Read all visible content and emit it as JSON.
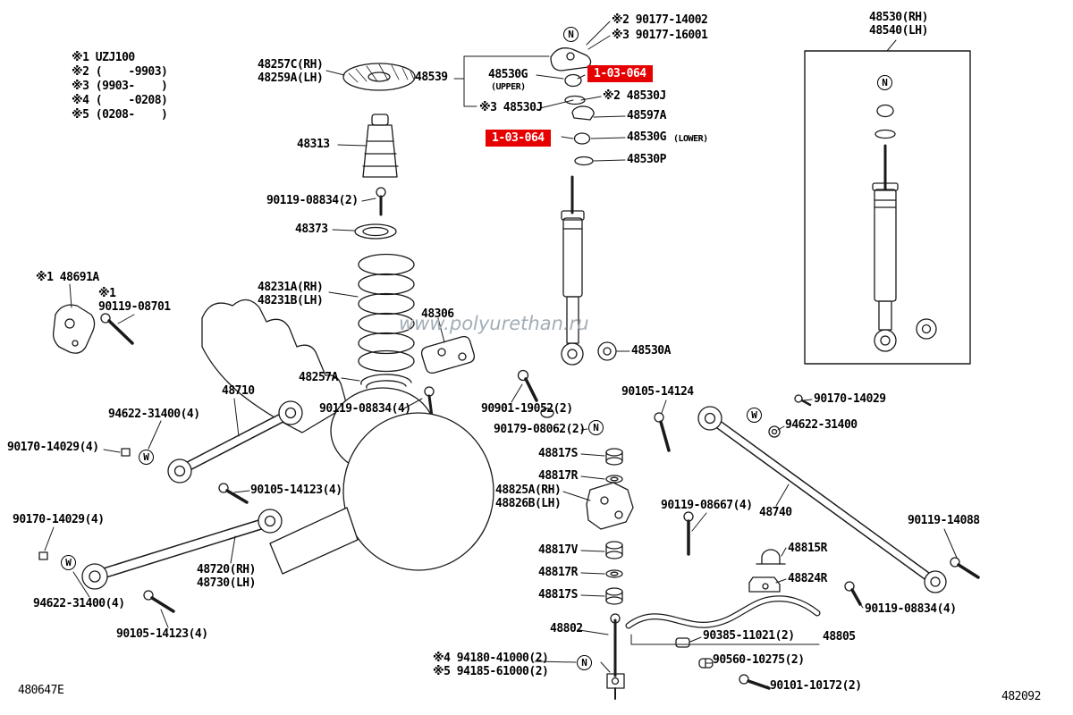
{
  "page": {
    "code_left": "480647E",
    "code_right": "482092",
    "watermark": "www.polyurethan.ru",
    "highlight_color": "#e60000"
  },
  "legend": {
    "items": [
      "※1 UZJ100",
      "※2 (    -9903)",
      "※3 (9903-    )",
      "※4 (    -0208)",
      "※5 (0208-    )"
    ]
  },
  "badge": {
    "text": "1-03-064"
  },
  "markers": {
    "n": "N",
    "w": "W"
  },
  "labels": {
    "nut_14002": "※2 90177-14002",
    "nut_16001": "※3 90177-16001",
    "seat_upper_rh": "48257C(RH)",
    "seat_upper_lh": "48259A(LH)",
    "support_48539": "48539",
    "cushion_upper": "48530G",
    "cushion_upper_note": "(UPPER)",
    "washer_48530j_3": "※3 48530J",
    "washer_48530j_2": "※2 48530J",
    "retainer_48597a": "48597A",
    "cushion_lower": "48530G",
    "cushion_lower_note": "(LOWER)",
    "washer_48530p": "48530P",
    "bumper_48313": "48313",
    "bolt_08834_2": "90119-08834(2)",
    "insulator_48373": "48373",
    "spring_rh": "48231A(RH)",
    "spring_lh": "48231B(LH)",
    "plate_48306": "48306",
    "seat_lower_48257a": "48257A",
    "bolt_08834_4a": "90119-08834(4)",
    "bush_48530a": "48530A",
    "bolt_90901": "90901-19052(2)",
    "bolt_90179": "90179-08062(2)",
    "shock_rh": "48530(RH)",
    "shock_lh": "48540(LH)",
    "bracket_48691a": "※1 48691A",
    "mark_1": "※1",
    "bolt_08701": "90119-08701",
    "arm_48710": "48710",
    "washer_94622_a": "94622-31400(4)",
    "nut_90170_a": "90170-14029(4)",
    "bolt_90105_a": "90105-14123(4)",
    "nut_90170_b": "90170-14029(4)",
    "arm_48720": "48720(RH)",
    "arm_48730": "48730(LH)",
    "washer_94622_b": "94622-31400(4)",
    "bolt_90105_b": "90105-14123(4)",
    "bush_48817s_a": "48817S",
    "bush_48817r_a": "48817R",
    "bracket_48825a": "48825A(RH)",
    "bracket_48826b": "48826B(LH)",
    "bolt_90105_14124": "90105-14124",
    "nut_90170_c": "90170-14029",
    "washer_94622_c": "94622-31400",
    "bolt_08667": "90119-08667(4)",
    "bar_48740": "48740",
    "bolt_14088": "90119-14088",
    "bush_48817v": "48817V",
    "bush_48817r_b": "48817R",
    "bush_48817s_b": "48817S",
    "clamp_48815r": "48815R",
    "bracket_48824r": "48824R",
    "bolt_08834_4b": "90119-08834(4)",
    "link_48802": "48802",
    "nut_94180": "※4 94180-41000(2)",
    "nut_94185": "※5 94185-61000(2)",
    "collar_90385": "90385-11021(2)",
    "bar_48805": "48805",
    "bush_90560": "90560-10275(2)",
    "bolt_90101": "90101-10172(2)"
  }
}
